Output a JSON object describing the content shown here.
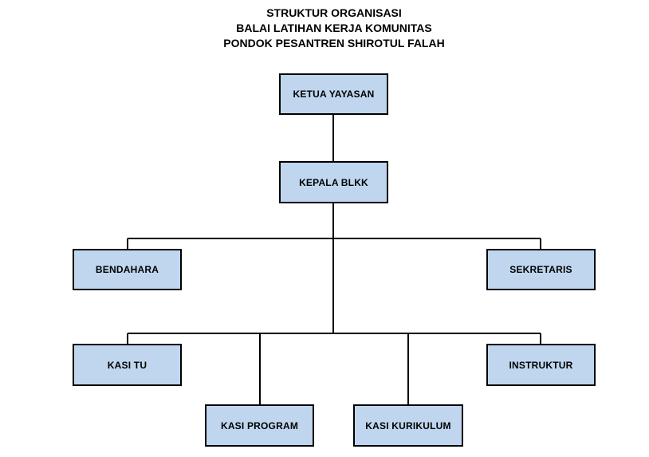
{
  "title": {
    "line1": "STRUKTUR ORGANISASI",
    "line2": "BALAI LATIHAN KERJA KOMUNITAS",
    "line3": "PONDOK PESANTREN SHIROTUL FALAH"
  },
  "nodes": {
    "ketua_yayasan": "KETUA YAYASAN",
    "kepala_blkk": "KEPALA BLKK",
    "bendahara": "BENDAHARA",
    "sekretaris": "SEKRETARIS",
    "kasi_tu": "KASI TU",
    "instruktur": "INSTRUKTUR",
    "kasi_program": "KASI PROGRAM",
    "kasi_kurikulum": "KASI KURIKULUM"
  },
  "colors": {
    "box_fill": "#bfd6ee",
    "box_border": "#000000",
    "connector": "#000000"
  }
}
